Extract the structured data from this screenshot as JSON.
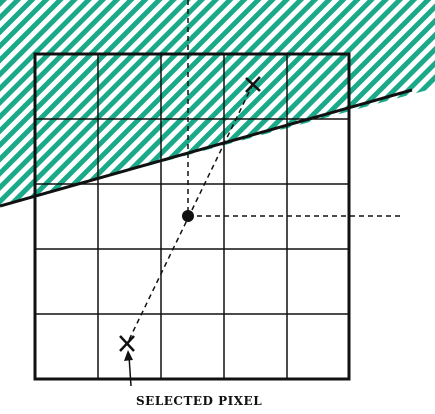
{
  "diagram": {
    "caption": "SELECTED PIXEL",
    "colors": {
      "hatch_stripe": "#1aaa8a",
      "grid_line": "#111111",
      "background": "#ffffff"
    },
    "grid": {
      "rows": 5,
      "columns": 5
    },
    "markers": [
      {
        "name": "upper-cross-marker",
        "shape": "cross"
      },
      {
        "name": "center-dot-marker",
        "shape": "dot"
      },
      {
        "name": "selected-pixel-cross-marker",
        "shape": "cross"
      }
    ],
    "icons": {
      "pointer": "arrow-up-icon"
    }
  }
}
